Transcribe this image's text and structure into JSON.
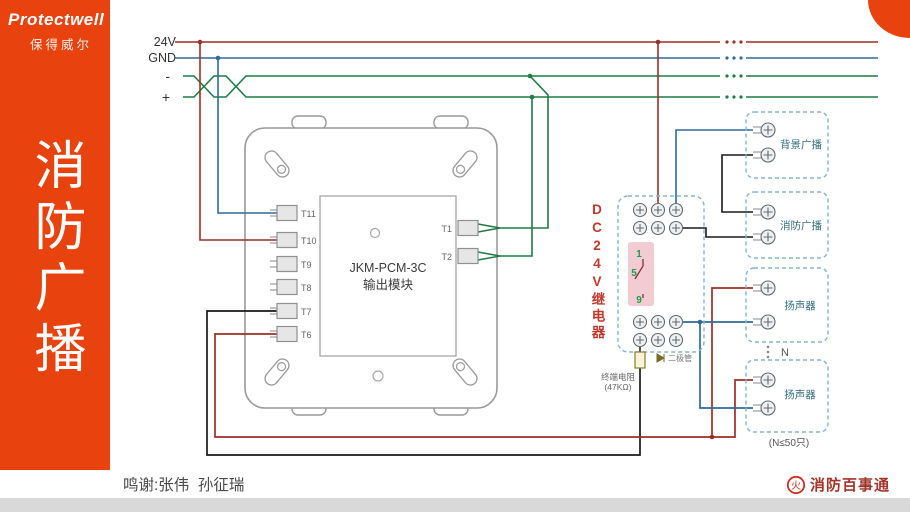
{
  "sidebar": {
    "brand": "Protectwell",
    "brand_cn": "保得威尔",
    "title": "消防广播"
  },
  "header_bus": {
    "v24": "24V",
    "gnd": "GND",
    "minus": "-",
    "plus": "+"
  },
  "module": {
    "model": "JKM-PCM-3C",
    "type": "输出模块",
    "left_terminals": [
      "T11",
      "T10",
      "T9",
      "T8",
      "T7",
      "T6"
    ],
    "right_terminals": [
      "T1",
      "T2"
    ]
  },
  "relay": {
    "title": "DC24V继电器",
    "pin1": "1",
    "pin5": "5",
    "pin9": "9",
    "resistor_line1": "终端电阻",
    "resistor_line2": "(47KΩ)",
    "diode": "二极管"
  },
  "devices": {
    "background_label": "背景广播",
    "fire_label": "消防广播",
    "speaker1_label": "扬声器",
    "speaker2_label": "扬声器",
    "n": "N",
    "note": "(N≤50只)"
  },
  "footer": {
    "credits": "鸣谢:张伟  孙征瑞",
    "brand": "消防百事通",
    "brand_icon": "火"
  },
  "colors": {
    "accent": "#e8430f",
    "wire_red": "#9e2f26",
    "wire_blue": "#2f6b96",
    "wire_green": "#1e7d46",
    "wire_black": "#1a1a1a"
  }
}
